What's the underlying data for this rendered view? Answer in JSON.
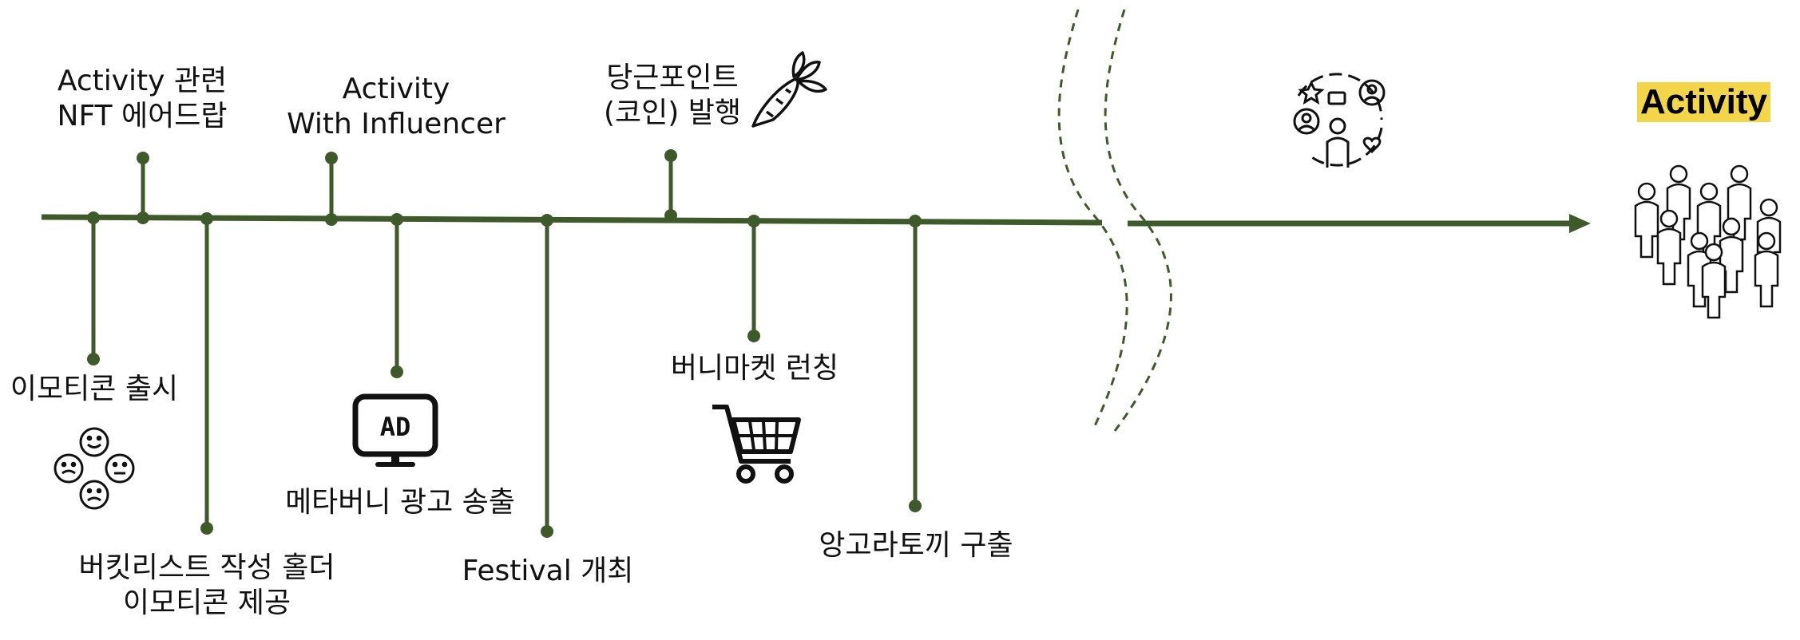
{
  "colors": {
    "timeline": "#3f5a2a",
    "accent": "#f3d54a",
    "icon": "#111111"
  },
  "events": [
    {
      "id": "emoticon-release",
      "lines": [
        "이모티콘 출시"
      ],
      "icon": "emoji-faces-icon"
    },
    {
      "id": "nft-airdrop",
      "lines": [
        "Activity 관련",
        "NFT 에어드랍"
      ]
    },
    {
      "id": "bucketlist-holder",
      "lines": [
        "버킷리스트 작성 홀더",
        "이모티콘 제공"
      ]
    },
    {
      "id": "influencer",
      "lines": [
        "Activity",
        "With Influencer"
      ]
    },
    {
      "id": "metaverse-ad",
      "lines": [
        "메타버니 광고 송출"
      ],
      "icon": "ad-monitor-icon"
    },
    {
      "id": "festival",
      "lines": [
        "Festival 개최"
      ]
    },
    {
      "id": "carrot-point",
      "lines": [
        "당근포인트",
        "(코인) 발행"
      ],
      "icon": "carrot-icon"
    },
    {
      "id": "bunny-market",
      "lines": [
        "버니마켓 런칭"
      ],
      "icon": "shopping-cart-icon"
    },
    {
      "id": "angora-rabbit",
      "lines": [
        "앙고라토끼 구출"
      ]
    }
  ],
  "final": {
    "label": "Activity",
    "icons": [
      "community-people-icon",
      "crowd-icon"
    ]
  }
}
